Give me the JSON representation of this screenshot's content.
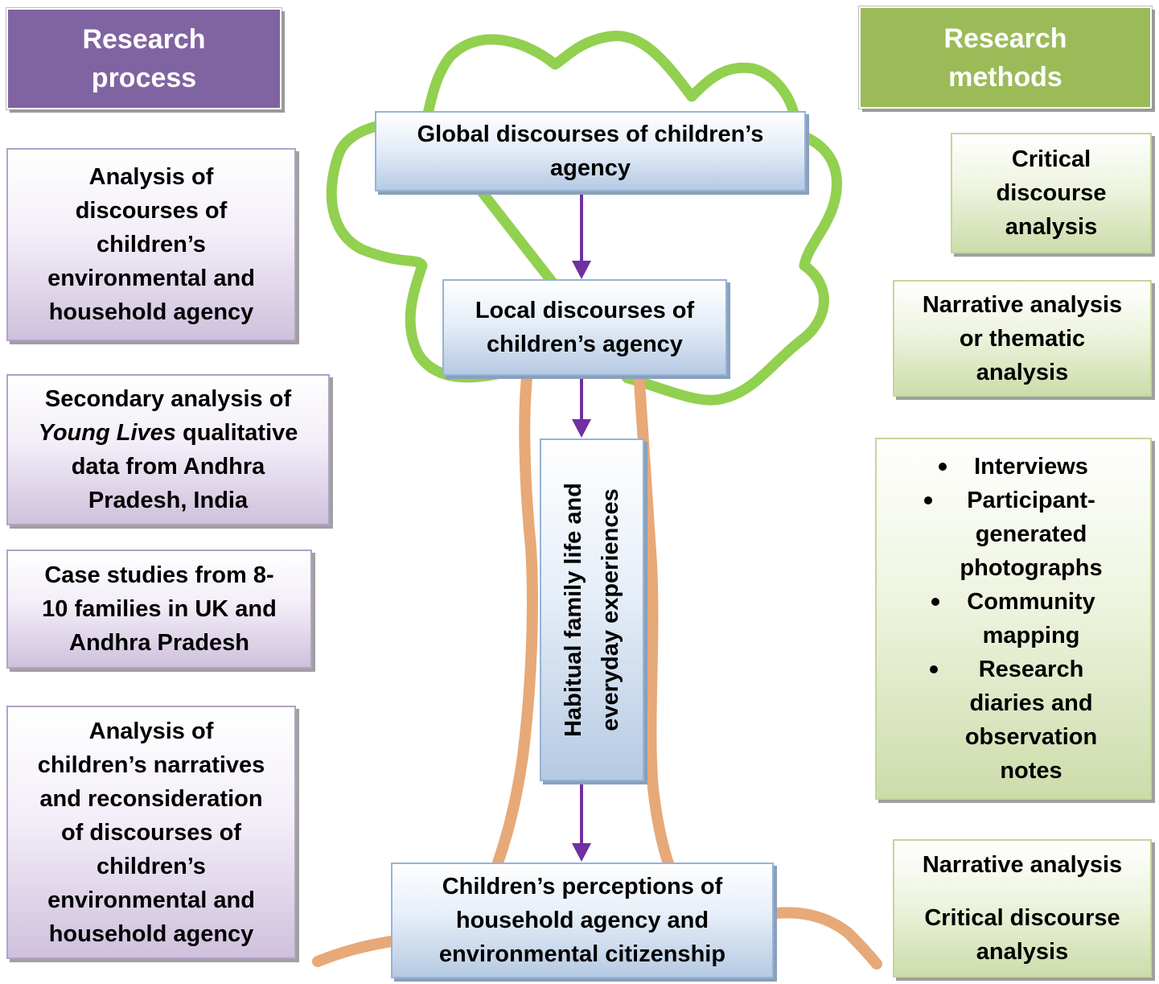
{
  "headers": {
    "left": [
      "Research",
      "process"
    ],
    "right": [
      "Research",
      "methods"
    ]
  },
  "center": {
    "global": [
      "Global discourses of children’s",
      "agency"
    ],
    "local": [
      "Local discourses of",
      "children’s agency"
    ],
    "habitual": [
      "Habitual family life and",
      "everyday experiences"
    ],
    "perceptions": [
      "Children’s perceptions of",
      "household agency and",
      "environmental citizenship"
    ]
  },
  "process": {
    "p1": [
      "Analysis of",
      "discourses of",
      "children’s",
      "environmental and",
      "household agency"
    ],
    "p2": {
      "line1": "Secondary analysis of",
      "line2_italic": "Young Lives",
      "line2_rest": " qualitative",
      "line3": "data from Andhra",
      "line4": "Pradesh, India"
    },
    "p3": [
      "Case studies from 8-",
      "10 families in UK and",
      "Andhra Pradesh"
    ],
    "p4": [
      "Analysis of",
      "children’s narratives",
      "and reconsideration",
      "of discourses of",
      "children’s",
      "environmental and",
      "household agency"
    ]
  },
  "methods": {
    "m1": [
      "Critical",
      "discourse",
      "analysis"
    ],
    "m2": [
      "Narrative analysis",
      "or thematic",
      "analysis"
    ],
    "m3": [
      [
        "Interviews"
      ],
      [
        "Participant-",
        "generated",
        "photographs"
      ],
      [
        "Community",
        "mapping"
      ],
      [
        "Research",
        "diaries and",
        "observation",
        "notes"
      ]
    ],
    "m4": [
      "Narrative analysis",
      "Critical discourse",
      "analysis"
    ]
  },
  "colors": {
    "purple": "#8064a2",
    "green": "#9bbb59",
    "tree_crown": "#92d050",
    "tree_trunk": "#e7a978",
    "arrow": "#7030a0"
  }
}
